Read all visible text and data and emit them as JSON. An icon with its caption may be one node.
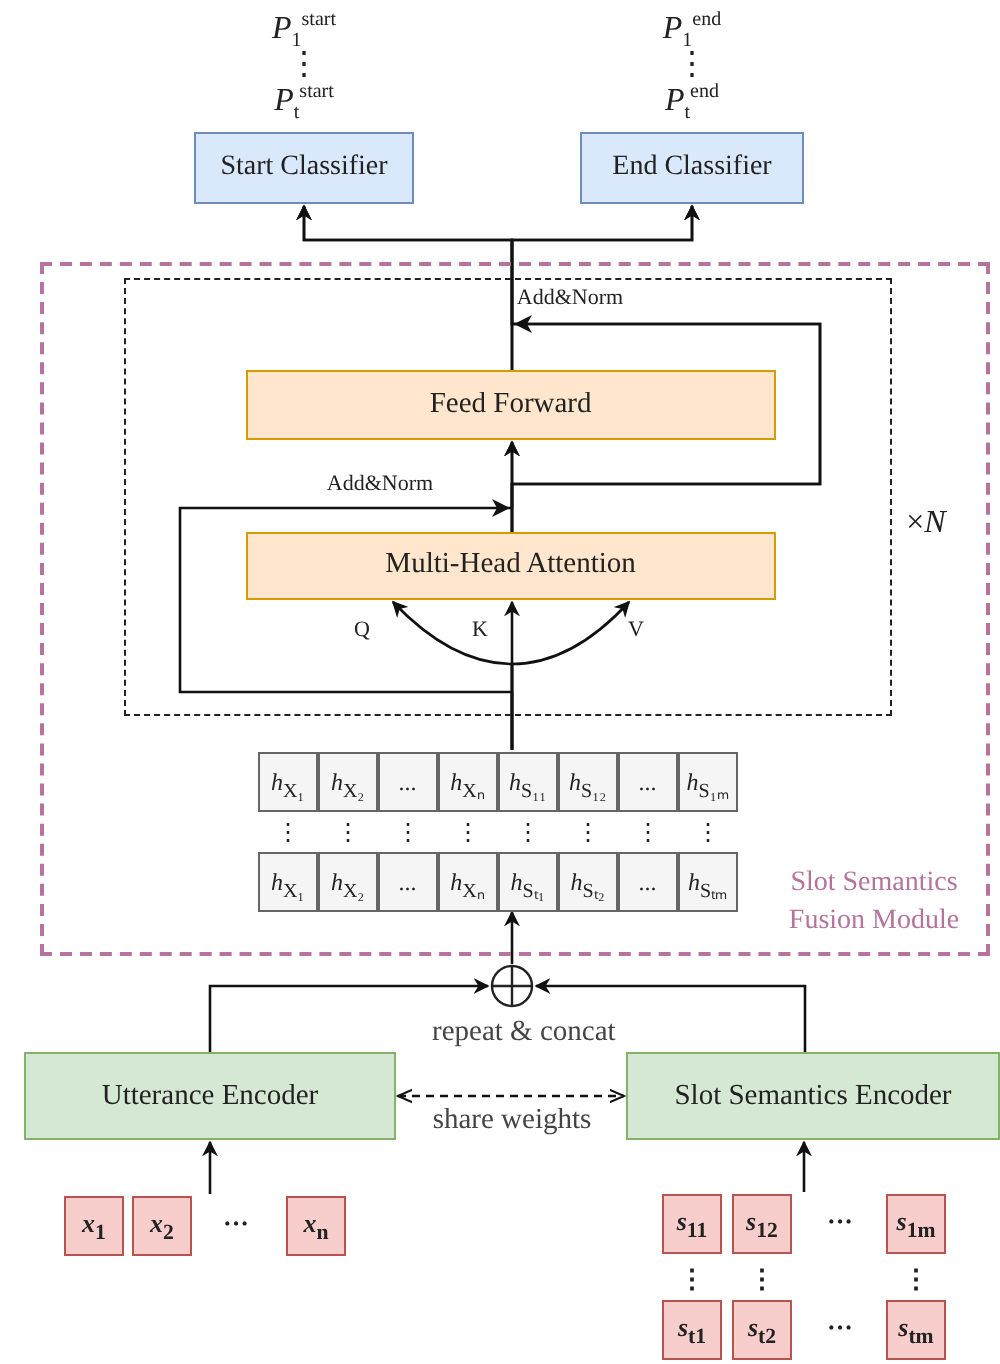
{
  "diagram": {
    "nodes": [
      {
        "text": [
          "Start Classifier"
        ],
        "beside": [
          "*P*$_{1}$$^{start}$",
          "⋮",
          "*P*$_{t}$$^{start}$"
        ]
      },
      {
        "text": [
          "End Classifier"
        ],
        "beside": [
          "*P*$_{1}$$^{end}$",
          "⋮",
          "*P*$_{t}$$^{end}$"
        ]
      },
      {
        "text": [
          "Slot Semantics Fusion Module"
        ]
      },
      {
        "text": [],
        "shape": "box",
        "in": 2,
        "beside": [
          "×*N*"
        ]
      },
      {
        "text": [
          "Feed Forward"
        ],
        "in": 3
      },
      {
        "text": [
          "Multi-Head Attention"
        ],
        "in": 3
      },
      {
        "text": [
          "*h*$_{X₁}$",
          "*h*$_{X₂}$",
          "...",
          "*h*$_{Xₙ}$",
          "*h*$_{S₁₁}$",
          "*h*$_{S₁₂}$",
          "...",
          "*h*$_{S₁ₘ}$",
          "⋮",
          "⋮",
          "⋮",
          "⋮",
          "⋮",
          "⋮",
          "⋮",
          "⋮",
          "*h*$_{X₁}$",
          "*h*$_{X₂}$",
          "...",
          "*h*$_{Xₙ}$",
          "*h*$_{Sₜ₁}$",
          "*h*$_{Sₜ₂}$",
          "...",
          "*h*$_{Sₜₘ}$"
        ],
        "in": 2
      },
      {
        "text": [],
        "shape": "circle",
        "beside": [
          "repeat & concat"
        ]
      },
      {
        "text": [
          "Utterance Encoder"
        ]
      },
      {
        "text": [
          "Slot Semantics Encoder"
        ]
      },
      {
        "text": [
          "*x*$_{1}$"
        ]
      },
      {
        "text": [
          "*x*$_{2}$"
        ]
      },
      {
        "text": [
          "*x*$_{n}$"
        ]
      },
      {
        "text": [
          "*s*$_{11}$"
        ]
      },
      {
        "text": [
          "*s*$_{12}$"
        ]
      },
      {
        "text": [
          "*s*$_{1m}$"
        ]
      },
      {
        "text": [
          "*s*$_{t1}$"
        ]
      },
      {
        "text": [
          "*s*$_{t2}$"
        ]
      },
      {
        "text": [
          "*s*$_{tm}$"
        ]
      }
    ],
    "edges": [
      {
        "from": 4,
        "to": 0,
        "arrow": "to"
      },
      {
        "from": 4,
        "to": 1,
        "arrow": "to"
      },
      {
        "from": 5,
        "to": 0,
        "arrow": "to",
        "label": "Add&Norm"
      },
      {
        "from": 5,
        "to": 1,
        "arrow": "to"
      },
      {
        "from": 5,
        "to": 4,
        "arrow": "to"
      },
      {
        "from": 6,
        "to": 5,
        "arrow": "to",
        "label": "K"
      },
      {
        "from": 6,
        "to": 5,
        "arrow": "to",
        "label": "Q"
      },
      {
        "from": 6,
        "to": 5,
        "arrow": "to",
        "label": "V"
      },
      {
        "from": 6,
        "to": 4,
        "arrow": "to",
        "label": "Add&Norm"
      },
      {
        "from": 7,
        "to": 6,
        "arrow": "to"
      },
      {
        "from": 8,
        "to": 7,
        "arrow": "to"
      },
      {
        "from": 9,
        "to": 7,
        "arrow": "to"
      },
      {
        "from": 8,
        "to": 9,
        "arrow": "both",
        "style": "dashed",
        "label": "share weights"
      },
      {
        "from": 11,
        "to": 8,
        "arrow": "to"
      },
      {
        "from": 14,
        "to": 9,
        "arrow": "to"
      }
    ],
    "labels": [
      "···",
      "···",
      "⋮",
      "⋮",
      "⋮",
      "···"
    ]
  }
}
